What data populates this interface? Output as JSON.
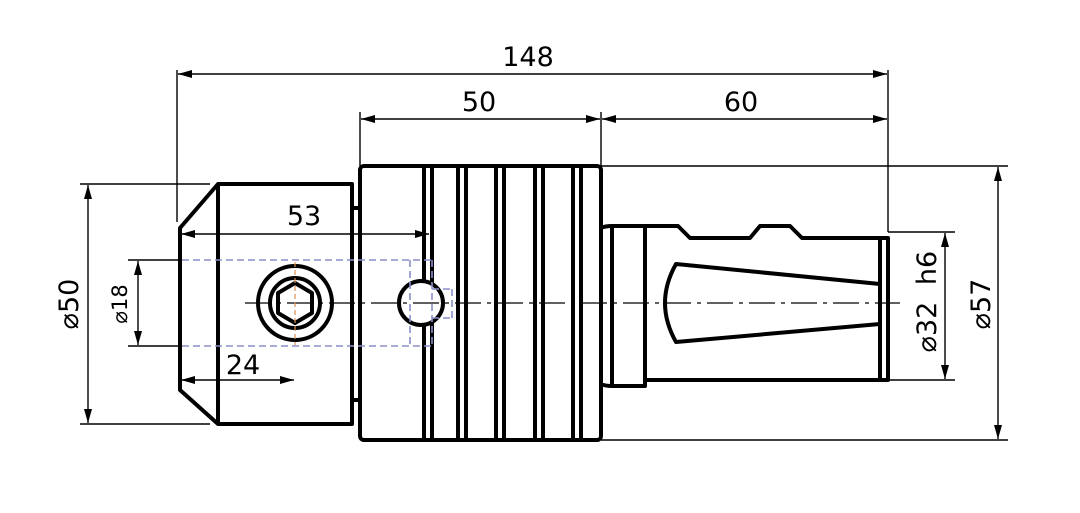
{
  "colors": {
    "outline": "#000000",
    "hidden_lines": "#8a8fc8",
    "hex_centerline": "#d89050",
    "background": "#ffffff"
  },
  "dimensions": {
    "overall_length": "148",
    "collet_length": "50",
    "shank_length": "60",
    "screw_position": "53",
    "hex_position": "24",
    "body_diameter": "⌀50",
    "bore_diameter": "⌀18",
    "shank_diameter_value": "⌀32",
    "shank_tolerance": "h6",
    "flange_diameter": "⌀57"
  }
}
